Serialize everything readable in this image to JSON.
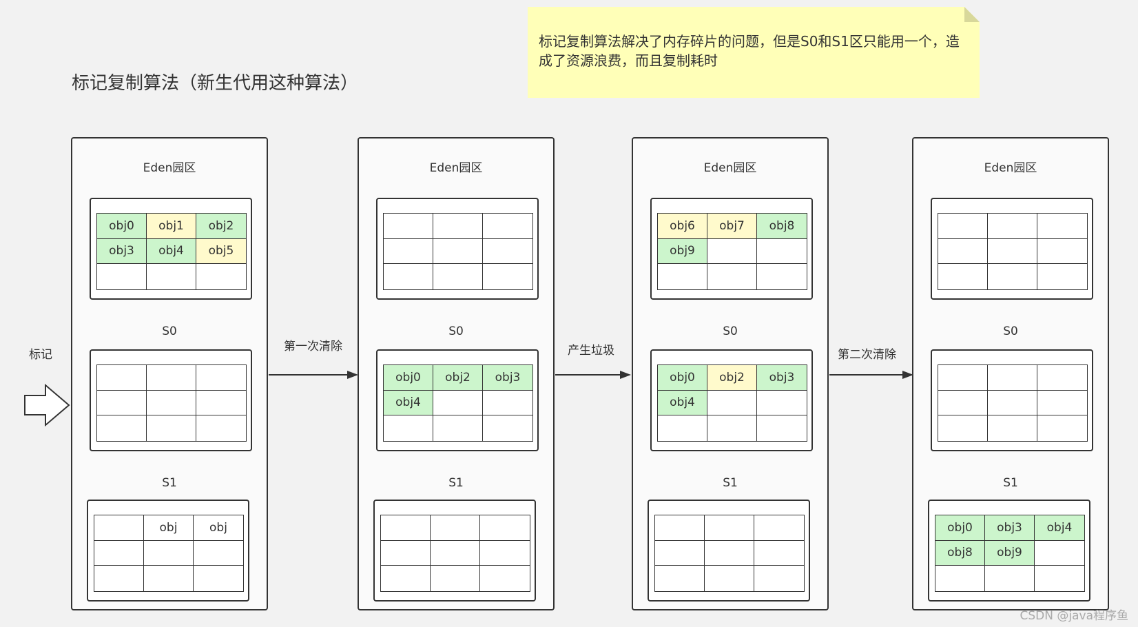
{
  "title": "标记复制算法（新生代用这种算法）",
  "note": "标记复制算法解决了内存碎片的问题，但是S0和S1区只能用一个，造成了资源浪费，而且复制耗时",
  "mark_label": "标记",
  "transitions": [
    "第一次清除",
    "产生垃圾",
    "第二次清除"
  ],
  "watermark": "CSDN @java程序鱼",
  "colors": {
    "live": "#ccf5cc",
    "garbage": "#fffacc",
    "note": "#ffffb8"
  },
  "panels": [
    {
      "regions": [
        {
          "label": "Eden园区",
          "cells": [
            {
              "t": "obj0",
              "s": "green"
            },
            {
              "t": "obj1",
              "s": "yellow"
            },
            {
              "t": "obj2",
              "s": "green"
            },
            {
              "t": "obj3",
              "s": "green"
            },
            {
              "t": "obj4",
              "s": "green"
            },
            {
              "t": "obj5",
              "s": "yellow"
            },
            {
              "t": "",
              "s": ""
            },
            {
              "t": "",
              "s": ""
            },
            {
              "t": "",
              "s": ""
            }
          ]
        },
        {
          "label": "S0",
          "cells": [
            {
              "t": "",
              "s": ""
            },
            {
              "t": "",
              "s": ""
            },
            {
              "t": "",
              "s": ""
            },
            {
              "t": "",
              "s": ""
            },
            {
              "t": "",
              "s": ""
            },
            {
              "t": "",
              "s": ""
            },
            {
              "t": "",
              "s": ""
            },
            {
              "t": "",
              "s": ""
            },
            {
              "t": "",
              "s": ""
            }
          ]
        },
        {
          "label": "S1",
          "cells": [
            {
              "t": "",
              "s": ""
            },
            {
              "t": "obj",
              "s": ""
            },
            {
              "t": "obj",
              "s": ""
            },
            {
              "t": "",
              "s": ""
            },
            {
              "t": "",
              "s": ""
            },
            {
              "t": "",
              "s": ""
            },
            {
              "t": "",
              "s": ""
            },
            {
              "t": "",
              "s": ""
            },
            {
              "t": "",
              "s": ""
            }
          ]
        }
      ]
    },
    {
      "regions": [
        {
          "label": "Eden园区",
          "cells": [
            {
              "t": "",
              "s": ""
            },
            {
              "t": "",
              "s": ""
            },
            {
              "t": "",
              "s": ""
            },
            {
              "t": "",
              "s": ""
            },
            {
              "t": "",
              "s": ""
            },
            {
              "t": "",
              "s": ""
            },
            {
              "t": "",
              "s": ""
            },
            {
              "t": "",
              "s": ""
            },
            {
              "t": "",
              "s": ""
            }
          ]
        },
        {
          "label": "S0",
          "cells": [
            {
              "t": "obj0",
              "s": "green"
            },
            {
              "t": "obj2",
              "s": "green"
            },
            {
              "t": "obj3",
              "s": "green"
            },
            {
              "t": "obj4",
              "s": "green"
            },
            {
              "t": "",
              "s": ""
            },
            {
              "t": "",
              "s": ""
            },
            {
              "t": "",
              "s": ""
            },
            {
              "t": "",
              "s": ""
            },
            {
              "t": "",
              "s": ""
            }
          ]
        },
        {
          "label": "S1",
          "cells": [
            {
              "t": "",
              "s": ""
            },
            {
              "t": "",
              "s": ""
            },
            {
              "t": "",
              "s": ""
            },
            {
              "t": "",
              "s": ""
            },
            {
              "t": "",
              "s": ""
            },
            {
              "t": "",
              "s": ""
            },
            {
              "t": "",
              "s": ""
            },
            {
              "t": "",
              "s": ""
            },
            {
              "t": "",
              "s": ""
            }
          ]
        }
      ]
    },
    {
      "regions": [
        {
          "label": "Eden园区",
          "cells": [
            {
              "t": "obj6",
              "s": "yellow"
            },
            {
              "t": "obj7",
              "s": "yellow"
            },
            {
              "t": "obj8",
              "s": "green"
            },
            {
              "t": "obj9",
              "s": "green"
            },
            {
              "t": "",
              "s": ""
            },
            {
              "t": "",
              "s": ""
            },
            {
              "t": "",
              "s": ""
            },
            {
              "t": "",
              "s": ""
            },
            {
              "t": "",
              "s": ""
            }
          ]
        },
        {
          "label": "S0",
          "cells": [
            {
              "t": "obj0",
              "s": "green"
            },
            {
              "t": "obj2",
              "s": "yellow"
            },
            {
              "t": "obj3",
              "s": "green"
            },
            {
              "t": "obj4",
              "s": "green"
            },
            {
              "t": "",
              "s": ""
            },
            {
              "t": "",
              "s": ""
            },
            {
              "t": "",
              "s": ""
            },
            {
              "t": "",
              "s": ""
            },
            {
              "t": "",
              "s": ""
            }
          ]
        },
        {
          "label": "S1",
          "cells": [
            {
              "t": "",
              "s": ""
            },
            {
              "t": "",
              "s": ""
            },
            {
              "t": "",
              "s": ""
            },
            {
              "t": "",
              "s": ""
            },
            {
              "t": "",
              "s": ""
            },
            {
              "t": "",
              "s": ""
            },
            {
              "t": "",
              "s": ""
            },
            {
              "t": "",
              "s": ""
            },
            {
              "t": "",
              "s": ""
            }
          ]
        }
      ]
    },
    {
      "regions": [
        {
          "label": "Eden园区",
          "cells": [
            {
              "t": "",
              "s": ""
            },
            {
              "t": "",
              "s": ""
            },
            {
              "t": "",
              "s": ""
            },
            {
              "t": "",
              "s": ""
            },
            {
              "t": "",
              "s": ""
            },
            {
              "t": "",
              "s": ""
            },
            {
              "t": "",
              "s": ""
            },
            {
              "t": "",
              "s": ""
            },
            {
              "t": "",
              "s": ""
            }
          ]
        },
        {
          "label": "S0",
          "cells": [
            {
              "t": "",
              "s": ""
            },
            {
              "t": "",
              "s": ""
            },
            {
              "t": "",
              "s": ""
            },
            {
              "t": "",
              "s": ""
            },
            {
              "t": "",
              "s": ""
            },
            {
              "t": "",
              "s": ""
            },
            {
              "t": "",
              "s": ""
            },
            {
              "t": "",
              "s": ""
            },
            {
              "t": "",
              "s": ""
            }
          ]
        },
        {
          "label": "S1",
          "cells": [
            {
              "t": "obj0",
              "s": "green"
            },
            {
              "t": "obj3",
              "s": "green"
            },
            {
              "t": "obj4",
              "s": "green"
            },
            {
              "t": "obj8",
              "s": "green"
            },
            {
              "t": "obj9",
              "s": "green"
            },
            {
              "t": "",
              "s": ""
            },
            {
              "t": "",
              "s": ""
            },
            {
              "t": "",
              "s": ""
            },
            {
              "t": "",
              "s": ""
            }
          ]
        }
      ]
    }
  ]
}
